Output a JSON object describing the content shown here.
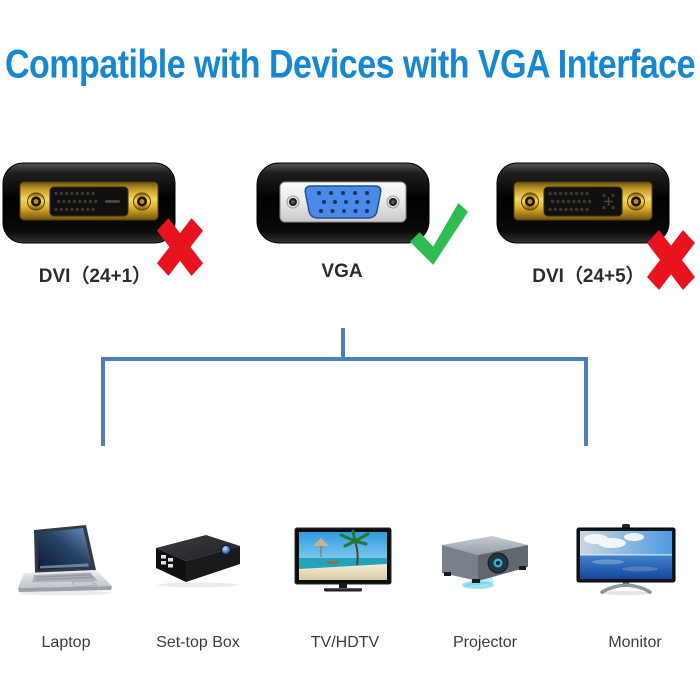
{
  "title": "Compatible with Devices with VGA Interface",
  "connectors": [
    {
      "label": "DVI（24+1）",
      "mark": "cross",
      "compatible": false
    },
    {
      "label": "VGA",
      "mark": "check",
      "compatible": true
    },
    {
      "label": "DVI（24+5）",
      "mark": "cross",
      "compatible": false
    }
  ],
  "devices": [
    {
      "label": "Laptop"
    },
    {
      "label": "Set-top Box"
    },
    {
      "label": "TV/HDTV"
    },
    {
      "label": "Projector"
    },
    {
      "label": "Monitor"
    }
  ],
  "colors": {
    "title": "#1587d3",
    "bracket": "#4d7ec0",
    "cross": "#e9131d",
    "check": "#2dbd52",
    "connector_label": "#2d2d2d",
    "device_label": "#3c3c3c"
  }
}
